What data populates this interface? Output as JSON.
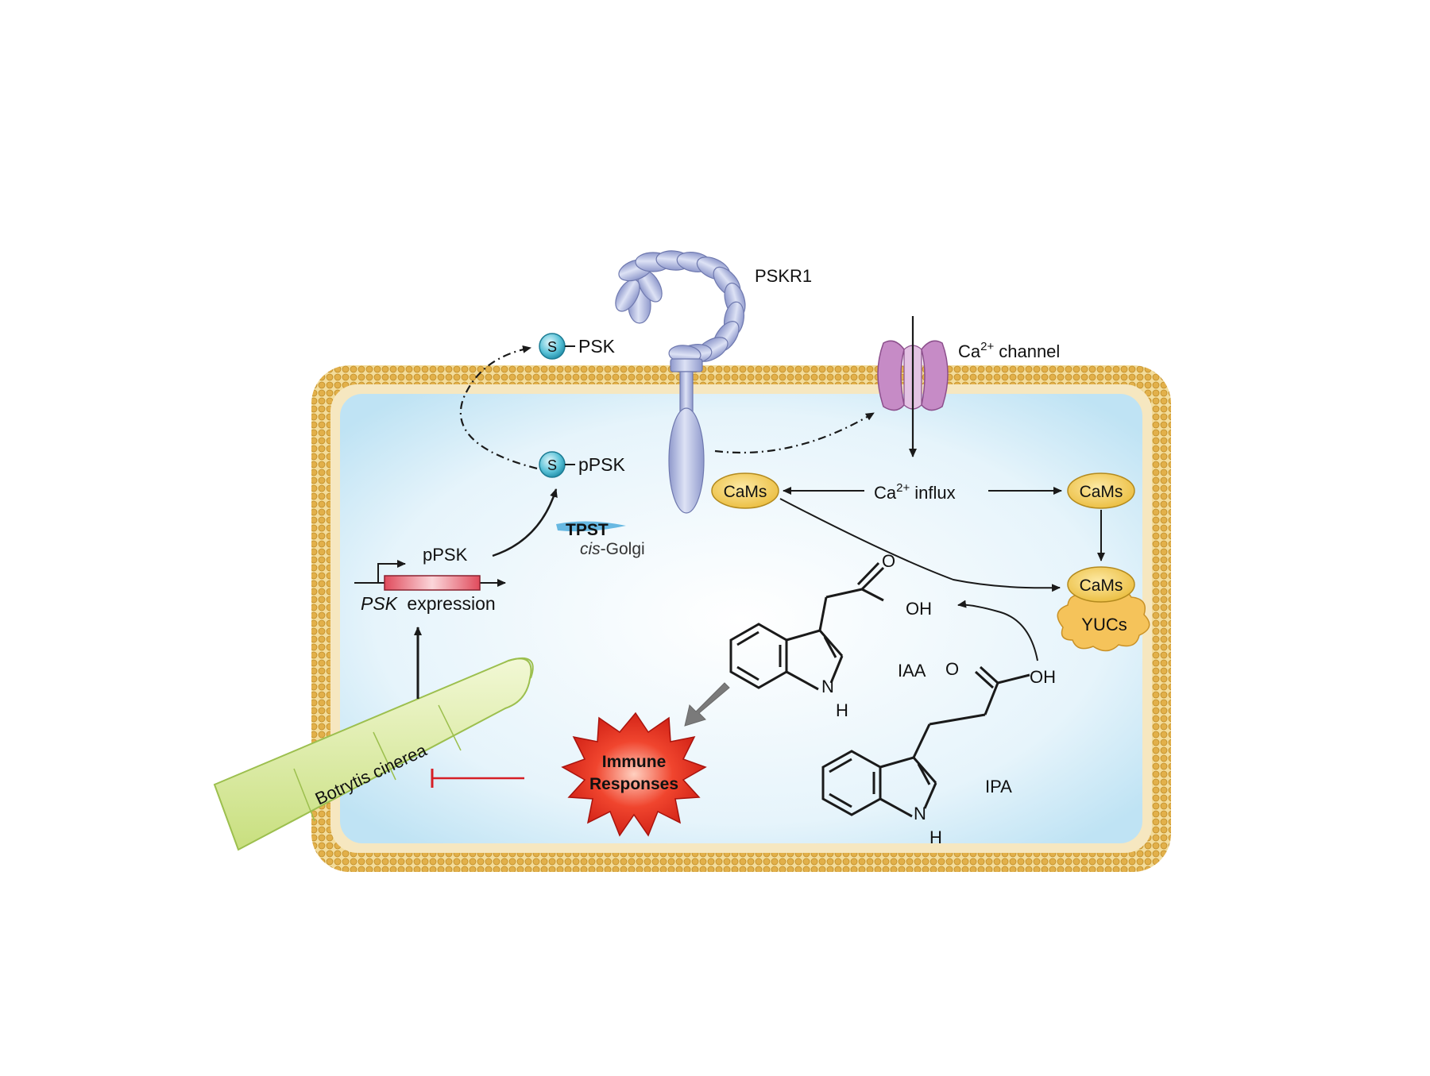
{
  "labels": {
    "pskr1": "PSKR1",
    "s": "S",
    "psk": "PSK",
    "ppsk": "pPSK",
    "ca_base": "Ca",
    "ca_sup": "2+",
    "channel": "channel",
    "influx": "influx",
    "cams": "CaMs",
    "yucs": "YUCs",
    "tpst": "TPST",
    "cis": "cis",
    "golgi": "-Golgi",
    "psk_italic": "PSK",
    "expression": "expression",
    "o": "O",
    "oh": "OH",
    "n": "N",
    "h": "H",
    "iaa": "IAA",
    "ipa": "IPA",
    "immune_line1": "Immune",
    "immune_line2": "Responses",
    "botrytis": "Botrytis cinerea"
  },
  "colors": {
    "membrane": "#e8b84a",
    "cytoplasm_center": "#ffffff",
    "cytoplasm_edge": "#bfe3f4",
    "receptor": "#a8b2dc",
    "channel": "#c994c8",
    "cams": "#f2c94c",
    "yucs": "#f5c35a",
    "sulfate_ball": "#2fa9c2",
    "gene_box": "#e85c6a",
    "immune_burst": "#e8231c",
    "inhibit": "#d61f26",
    "fungus": "#d6e89a",
    "tpst_smear": "#3aa3d8"
  }
}
